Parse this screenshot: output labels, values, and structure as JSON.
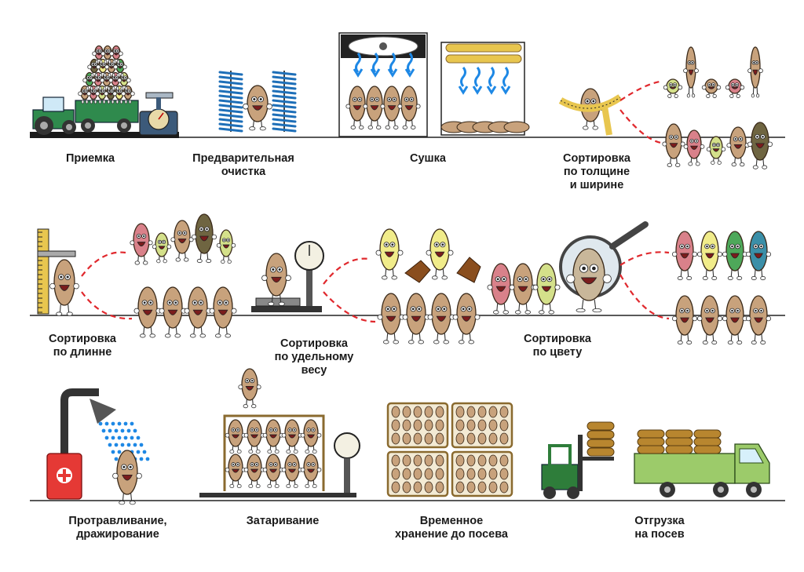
{
  "stages": [
    {
      "id": "priemka",
      "label": "Приемка"
    },
    {
      "id": "predv",
      "label": "Предварительная\nочистка"
    },
    {
      "id": "sushka",
      "label": "Сушка"
    },
    {
      "id": "tolsh",
      "label": "Сортировка\nпо толщине\nи ширине"
    },
    {
      "id": "dlina",
      "label": "Сортировка\nпо длинне"
    },
    {
      "id": "ves",
      "label": "Сортировка\nпо удельному\nвесу"
    },
    {
      "id": "cvet",
      "label": "Сортировка\nпо цвету"
    },
    {
      "id": "protr",
      "label": "Протравливание,\nдражирование"
    },
    {
      "id": "zatar",
      "label": "Затаривание"
    },
    {
      "id": "hran",
      "label": "Временное\nхранение до посева"
    },
    {
      "id": "otgr",
      "label": "Отгрузка\nна посев"
    }
  ],
  "icons": {
    "seed": "seed-character-icon",
    "tractor": "tractor-icon",
    "scale": "scale-icon",
    "brush": "brush-icon",
    "dryer": "dryer-icon",
    "fan": "fan-icon",
    "heater": "heater-lamp-icon",
    "tape": "measuring-tape-icon",
    "ruler": "ruler-icon",
    "stone": "stone-icon",
    "magnifier": "magnifier-icon",
    "shower": "shower-icon",
    "canister": "canister-icon",
    "forklift": "forklift-icon",
    "truck": "truck-icon",
    "bag": "seed-bag-icon",
    "box": "storage-box-icon"
  },
  "colors": {
    "seed": "#c8a27c",
    "seed_dark": "#6f6541",
    "seed_pink": "#d9818a",
    "seed_lime": "#d4e08a",
    "seed_green": "#4ea85a",
    "seed_blue": "#3b8fa8",
    "seed_yellow": "#f1ec8a",
    "tractor": "#2f8a4d",
    "truck": "#9ccb6a",
    "forklift": "#2e7d3a",
    "line": "#222222",
    "branch": "#e0282d",
    "water": "#1e88e5",
    "canister": "#e53935",
    "bag": "#b8862f",
    "box": "#8a6a2f",
    "tape": "#e8c64f",
    "brush": "#1e6fb8"
  }
}
